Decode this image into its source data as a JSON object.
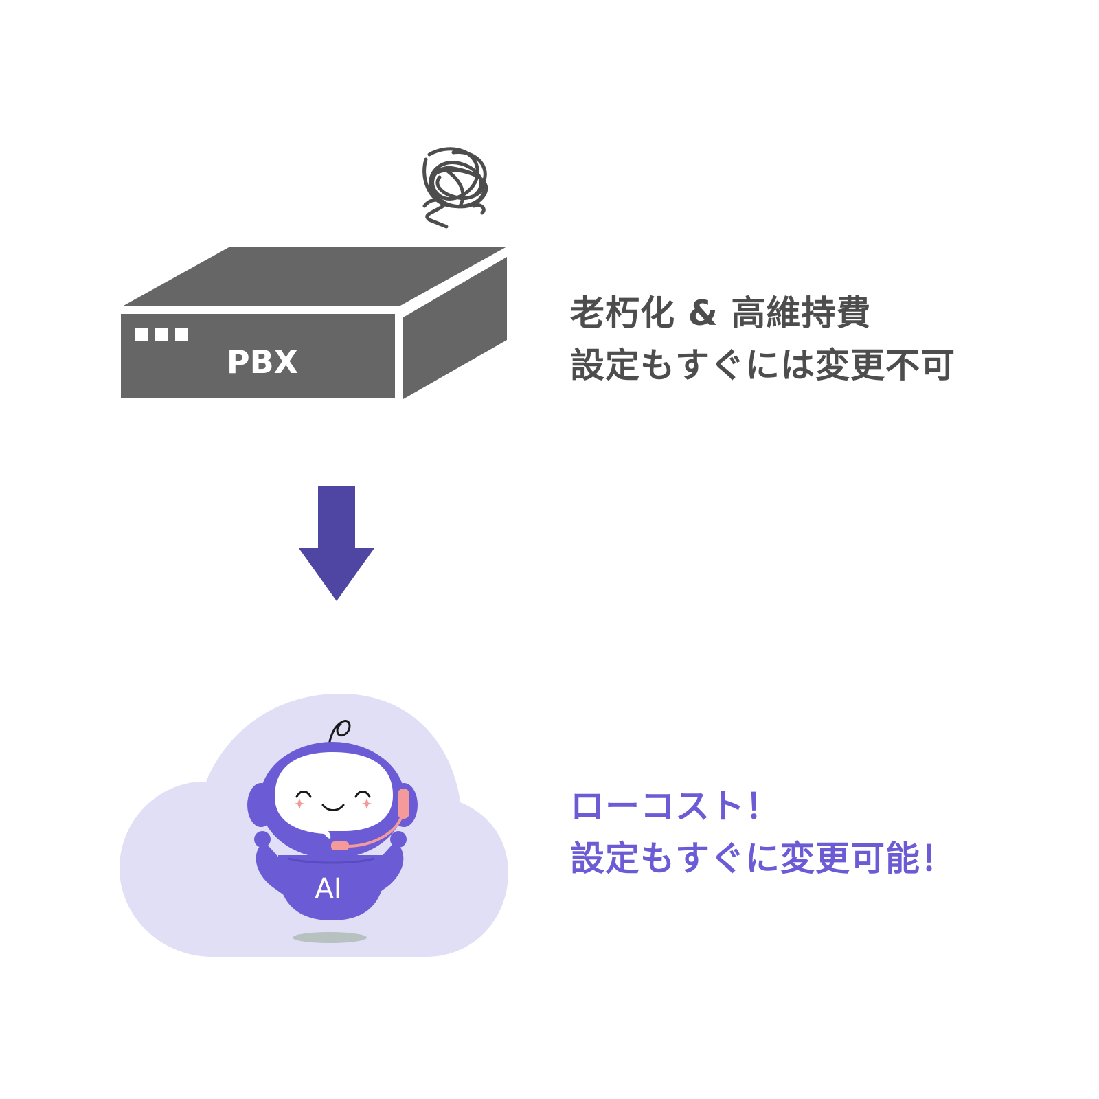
{
  "colors": {
    "pbx_body": "#666666",
    "pbx_text": "#ffffff",
    "old_caption": "#4d4d4d",
    "arrow": "#4f45a3",
    "cloud": "#e0dff6",
    "robot": "#6b5cd6",
    "robot_face": "#ffffff",
    "headset": "#f59a9a",
    "new_caption": "#6b5cd6",
    "shadow": "#b7c2c0"
  },
  "pbx": {
    "label": "PBX",
    "tangle_icon": "tangled-cable-icon"
  },
  "old_system": {
    "line1": "老朽化 & 高維持費",
    "line2": "設定もすぐには変更不可"
  },
  "transition": {
    "icon": "arrow-down-icon"
  },
  "ai_system": {
    "robot_label": "AI",
    "line1": "ローコスト！",
    "line2": "設定もすぐに変更可能！"
  }
}
